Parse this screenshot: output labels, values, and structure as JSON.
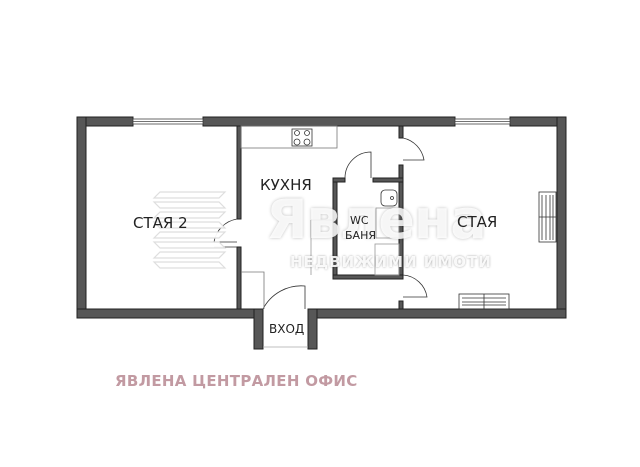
{
  "rooms": {
    "bedroom2": "СТАЯ 2",
    "kitchen": "КУХНЯ",
    "wc": "WC",
    "bathroom": "БАНЯ",
    "room": "СТАЯ",
    "entrance": "ВХОД"
  },
  "watermark": {
    "brand": "Явлена",
    "tagline": "НЕДВИЖИМИ ИМОТИ"
  },
  "office_label": "ЯВЛЕНА ЦЕНТРАЛЕН ОФИС",
  "colors": {
    "wall": "#555555",
    "office_text": "#c29aa2"
  }
}
